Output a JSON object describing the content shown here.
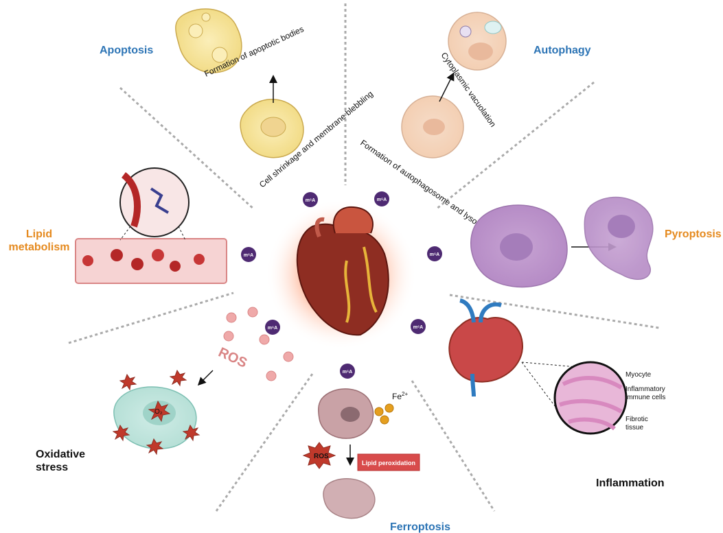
{
  "colors": {
    "blue_title": "#2c74b5",
    "orange_title": "#e58a1f",
    "black_title": "#111111",
    "m6a_fill": "#4e2a72",
    "divider": "#aaaaaa",
    "ros": "#d98585"
  },
  "sections": {
    "apoptosis": {
      "title": "Apoptosis",
      "step1": "Cell shrinkage and membrane blebbling",
      "step2": "Formation of apoptotic bodies"
    },
    "autophagy": {
      "title": "Autophagy",
      "step1": "Formation of autophagosome and lysosome",
      "step2": "Cytoplasmic vacuolation"
    },
    "pyroptosis": {
      "title": "Pyroptosis"
    },
    "lipid": {
      "title_line1": "Lipid",
      "title_line2": "metabolism"
    },
    "oxidative": {
      "title_line1": "Oxidative",
      "title_line2": "stress",
      "ros_label": "ROS",
      "o2_label": "O₂"
    },
    "ferroptosis": {
      "title": "Ferroptosis",
      "fe_label": "Fe",
      "fe_charge": "2+",
      "ros_label": "ROS",
      "peroxidation_label": "Lipid peroxidation"
    },
    "inflammation": {
      "title": "Inflammation",
      "label_myocyte": "Myocyte",
      "label_immune_line1": "Inflammatory",
      "label_immune_line2": "immune cells",
      "label_fibrotic_line1": "Fibrotic",
      "label_fibrotic_line2": "tissue"
    }
  },
  "m6a_badges": [
    {
      "label": "m⁶A"
    },
    {
      "label": "m⁶A"
    },
    {
      "label": "m⁶A"
    },
    {
      "label": "m⁶A"
    },
    {
      "label": "m⁶A"
    },
    {
      "label": "m⁶A"
    },
    {
      "label": "m⁶A"
    }
  ]
}
